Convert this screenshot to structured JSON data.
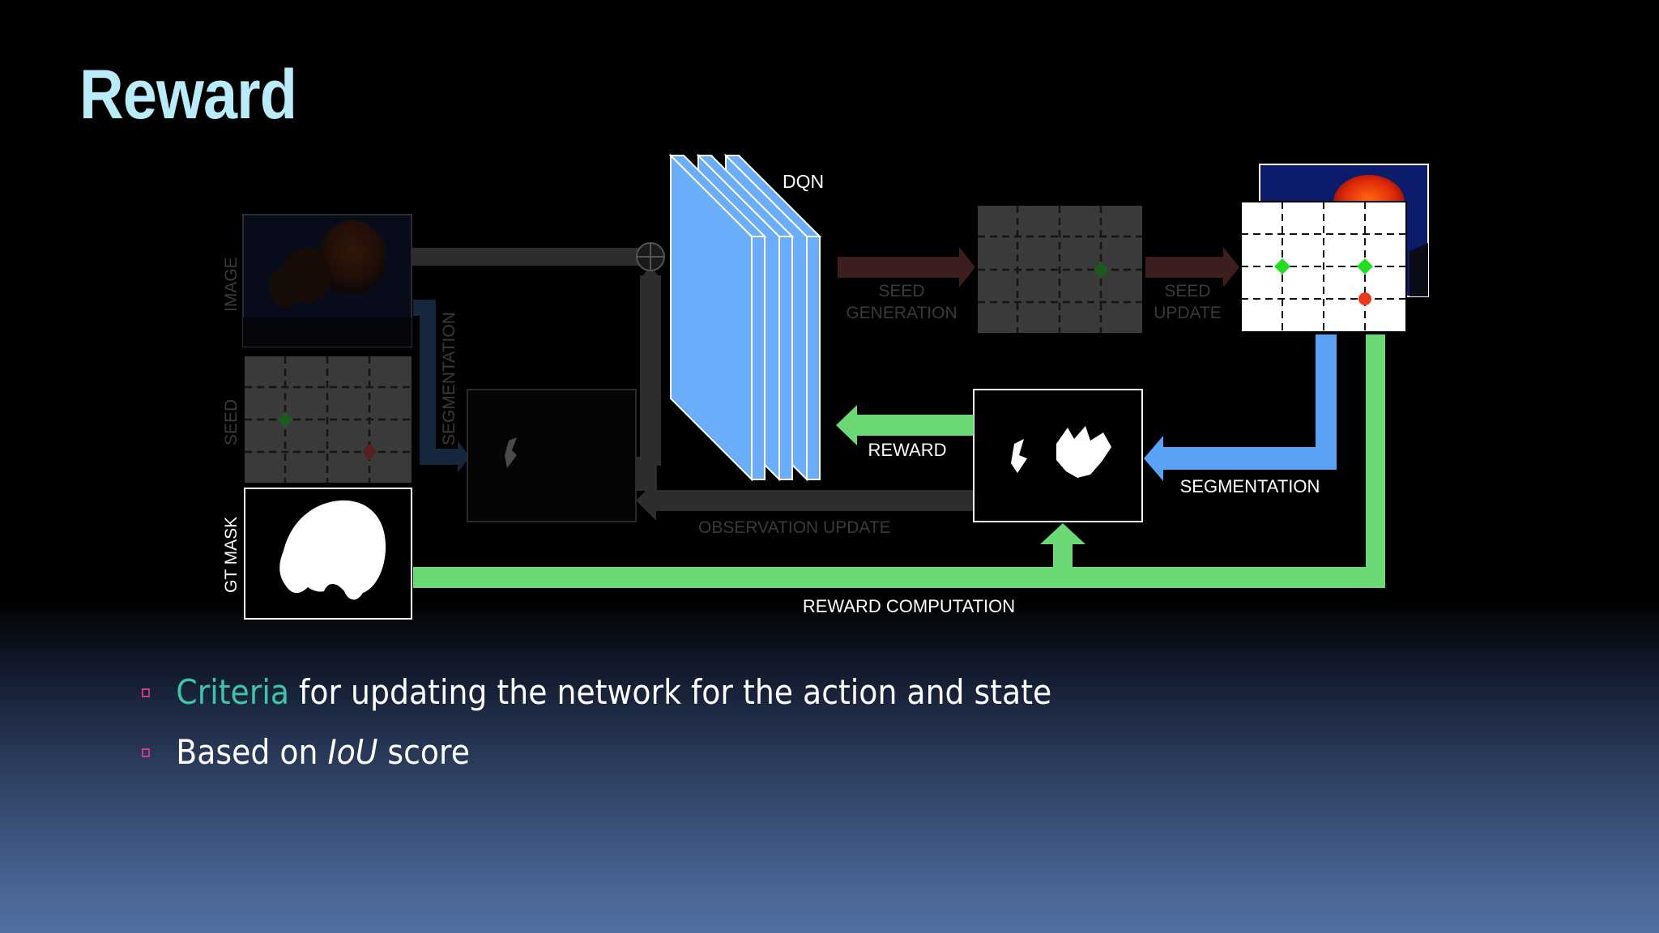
{
  "slide": {
    "title": "Reward"
  },
  "diagram": {
    "labels": {
      "dqn": "DQN",
      "image": "IMAGE",
      "seed": "SEED",
      "gt_mask": "GT MASK",
      "segmentation_vertical": "SEGMENTATION",
      "seed_generation_line1": "SEED",
      "seed_generation_line2": "GENERATION",
      "seed_update_line1": "SEED",
      "seed_update_line2": "UPDATE",
      "reward": "REWARD",
      "segmentation": "SEGMENTATION",
      "observation_update": "OBSERVATION UPDATE",
      "reward_computation": "REWARD COMPUTATION"
    },
    "colors": {
      "dqn_layer": "#6aaefb",
      "reward_arrow": "#6cd775",
      "segmentation_arrow": "#5aa2f5",
      "seed_positive": "#22dd22",
      "seed_negative": "#e8391f",
      "dimmed_flow": "#3a3a3a",
      "dimmed_red_flow": "#4a2222"
    }
  },
  "bullets": [
    {
      "accent": "Criteria",
      "rest": " for updating the network for the action and state"
    },
    {
      "before": "Based on ",
      "italic": "IoU",
      "after": " score"
    }
  ]
}
